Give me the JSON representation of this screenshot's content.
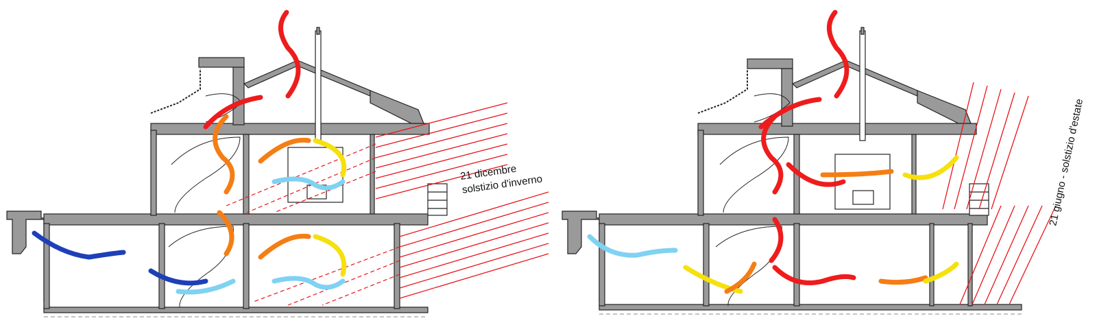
{
  "panels": [
    {
      "id": "winter",
      "label_line1": "21 dicembre",
      "label_line2": "solstizio d'inverno",
      "colors": {
        "sun": "#e8141b",
        "warm": "#f57e14",
        "hot": "#ee1c1c",
        "mild": "#f6e00e",
        "cool": "#7fd2f2",
        "cold": "#1d3fb8"
      }
    },
    {
      "id": "summer",
      "label_line1": "21 giugno - solstizio d'estate",
      "colors": {
        "sun": "#e8141b",
        "warm": "#f57e14",
        "hot": "#ee1c1c",
        "mild": "#f6e00e",
        "cool": "#7fd2f2"
      }
    }
  ],
  "style": {
    "wall": "#9a9a9a",
    "stroke": "#222222"
  }
}
